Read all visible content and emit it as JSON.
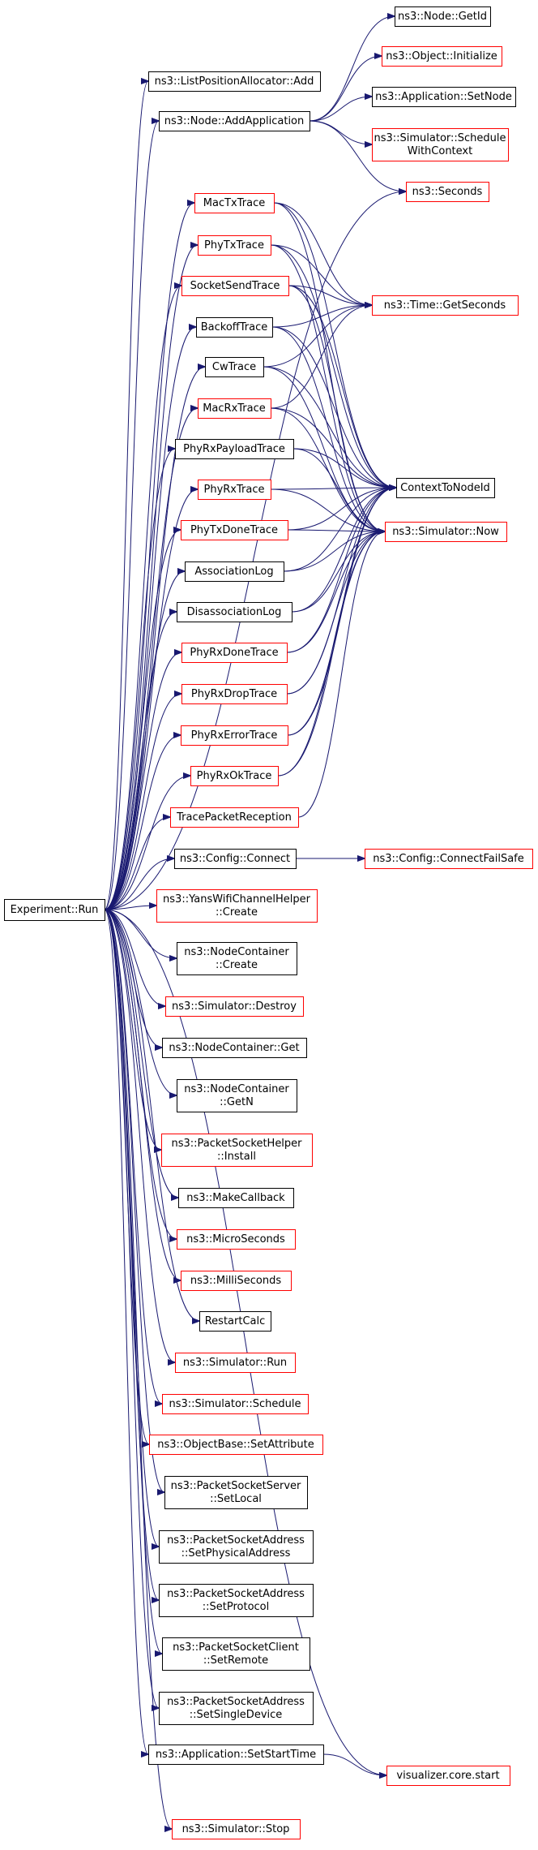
{
  "graph": {
    "title": "",
    "colors": {
      "edge": "#191970",
      "documented_border": "#000000",
      "undocumented_border": "#ff0000",
      "root_fill": "#bfbfbf",
      "node_fill": "#ffffff"
    },
    "nodes": [
      {
        "id": "root",
        "lines": [
          "Experiment::Run"
        ],
        "border": "black",
        "root": true
      },
      {
        "id": "getid",
        "lines": [
          "ns3::Node::GetId"
        ],
        "border": "black"
      },
      {
        "id": "objinit",
        "lines": [
          "ns3::Object::Initialize"
        ],
        "border": "red"
      },
      {
        "id": "listpos",
        "lines": [
          "ns3::ListPositionAllocator::Add"
        ],
        "border": "black"
      },
      {
        "id": "appsetnode",
        "lines": [
          "ns3::Application::SetNode"
        ],
        "border": "black"
      },
      {
        "id": "addapp",
        "lines": [
          "ns3::Node::AddApplication"
        ],
        "border": "black"
      },
      {
        "id": "schedctx",
        "lines": [
          "ns3::Simulator::Schedule",
          "WithContext"
        ],
        "border": "red"
      },
      {
        "id": "seconds",
        "lines": [
          "ns3::Seconds"
        ],
        "border": "red"
      },
      {
        "id": "mactx",
        "lines": [
          "MacTxTrace"
        ],
        "border": "red"
      },
      {
        "id": "phytx",
        "lines": [
          "PhyTxTrace"
        ],
        "border": "red"
      },
      {
        "id": "socksend",
        "lines": [
          "SocketSendTrace"
        ],
        "border": "red"
      },
      {
        "id": "getseconds",
        "lines": [
          "ns3::Time::GetSeconds"
        ],
        "border": "red"
      },
      {
        "id": "backoff",
        "lines": [
          "BackoffTrace"
        ],
        "border": "black"
      },
      {
        "id": "cw",
        "lines": [
          "CwTrace"
        ],
        "border": "black"
      },
      {
        "id": "macrx",
        "lines": [
          "MacRxTrace"
        ],
        "border": "red"
      },
      {
        "id": "phyrxpayload",
        "lines": [
          "PhyRxPayloadTrace"
        ],
        "border": "black"
      },
      {
        "id": "ctxnode",
        "lines": [
          "ContextToNodeId"
        ],
        "border": "black"
      },
      {
        "id": "phyrx",
        "lines": [
          "PhyRxTrace"
        ],
        "border": "red"
      },
      {
        "id": "simnow",
        "lines": [
          "ns3::Simulator::Now"
        ],
        "border": "red"
      },
      {
        "id": "phytxdone",
        "lines": [
          "PhyTxDoneTrace"
        ],
        "border": "red"
      },
      {
        "id": "assoc",
        "lines": [
          "AssociationLog"
        ],
        "border": "black"
      },
      {
        "id": "disassoc",
        "lines": [
          "DisassociationLog"
        ],
        "border": "black"
      },
      {
        "id": "phyrxdone",
        "lines": [
          "PhyRxDoneTrace"
        ],
        "border": "red"
      },
      {
        "id": "phyrxdrop",
        "lines": [
          "PhyRxDropTrace"
        ],
        "border": "red"
      },
      {
        "id": "phyrxerr",
        "lines": [
          "PhyRxErrorTrace"
        ],
        "border": "red"
      },
      {
        "id": "phyrxok",
        "lines": [
          "PhyRxOkTrace"
        ],
        "border": "red"
      },
      {
        "id": "tracepkt",
        "lines": [
          "TracePacketReception"
        ],
        "border": "red"
      },
      {
        "id": "cfgconnect",
        "lines": [
          "ns3::Config::Connect"
        ],
        "border": "black"
      },
      {
        "id": "cfgfailsafe",
        "lines": [
          "ns3::Config::ConnectFailSafe"
        ],
        "border": "red"
      },
      {
        "id": "yans",
        "lines": [
          "ns3::YansWifiChannelHelper",
          "::Create"
        ],
        "border": "red"
      },
      {
        "id": "nccreate",
        "lines": [
          "ns3::NodeContainer",
          "::Create"
        ],
        "border": "black"
      },
      {
        "id": "simdestroy",
        "lines": [
          "ns3::Simulator::Destroy"
        ],
        "border": "red"
      },
      {
        "id": "ncget",
        "lines": [
          "ns3::NodeContainer::Get"
        ],
        "border": "black"
      },
      {
        "id": "ncgetn",
        "lines": [
          "ns3::NodeContainer",
          "::GetN"
        ],
        "border": "black"
      },
      {
        "id": "pshinstall",
        "lines": [
          "ns3::PacketSocketHelper",
          "::Install"
        ],
        "border": "red"
      },
      {
        "id": "makecb",
        "lines": [
          "ns3::MakeCallback"
        ],
        "border": "black"
      },
      {
        "id": "micro",
        "lines": [
          "ns3::MicroSeconds"
        ],
        "border": "red"
      },
      {
        "id": "milli",
        "lines": [
          "ns3::MilliSeconds"
        ],
        "border": "red"
      },
      {
        "id": "restart",
        "lines": [
          "RestartCalc"
        ],
        "border": "black"
      },
      {
        "id": "simrun",
        "lines": [
          "ns3::Simulator::Run"
        ],
        "border": "red"
      },
      {
        "id": "simsched",
        "lines": [
          "ns3::Simulator::Schedule"
        ],
        "border": "red"
      },
      {
        "id": "setattr",
        "lines": [
          "ns3::ObjectBase::SetAttribute"
        ],
        "border": "red"
      },
      {
        "id": "pssetlocal",
        "lines": [
          "ns3::PacketSocketServer",
          "::SetLocal"
        ],
        "border": "black"
      },
      {
        "id": "psasetphys",
        "lines": [
          "ns3::PacketSocketAddress",
          "::SetPhysicalAddress"
        ],
        "border": "black"
      },
      {
        "id": "psasetproto",
        "lines": [
          "ns3::PacketSocketAddress",
          "::SetProtocol"
        ],
        "border": "black"
      },
      {
        "id": "pscsetremote",
        "lines": [
          "ns3::PacketSocketClient",
          "::SetRemote"
        ],
        "border": "black"
      },
      {
        "id": "psasetsingle",
        "lines": [
          "ns3::PacketSocketAddress",
          "::SetSingleDevice"
        ],
        "border": "black"
      },
      {
        "id": "appstart",
        "lines": [
          "ns3::Application::SetStartTime"
        ],
        "border": "black"
      },
      {
        "id": "vizstart",
        "lines": [
          "visualizer.core.start"
        ],
        "border": "red"
      },
      {
        "id": "simstop",
        "lines": [
          "ns3::Simulator::Stop"
        ],
        "border": "red"
      }
    ],
    "edges": [
      [
        "root",
        "listpos"
      ],
      [
        "root",
        "addapp"
      ],
      [
        "root",
        "seconds"
      ],
      [
        "root",
        "mactx"
      ],
      [
        "root",
        "phytx"
      ],
      [
        "root",
        "socksend"
      ],
      [
        "root",
        "backoff"
      ],
      [
        "root",
        "cw"
      ],
      [
        "root",
        "macrx"
      ],
      [
        "root",
        "phyrxpayload"
      ],
      [
        "root",
        "phyrx"
      ],
      [
        "root",
        "phytxdone"
      ],
      [
        "root",
        "assoc"
      ],
      [
        "root",
        "disassoc"
      ],
      [
        "root",
        "phyrxdone"
      ],
      [
        "root",
        "phyrxdrop"
      ],
      [
        "root",
        "phyrxerr"
      ],
      [
        "root",
        "phyrxok"
      ],
      [
        "root",
        "tracepkt"
      ],
      [
        "root",
        "cfgconnect"
      ],
      [
        "root",
        "yans"
      ],
      [
        "root",
        "nccreate"
      ],
      [
        "root",
        "simdestroy"
      ],
      [
        "root",
        "ncget"
      ],
      [
        "root",
        "ncgetn"
      ],
      [
        "root",
        "pshinstall"
      ],
      [
        "root",
        "makecb"
      ],
      [
        "root",
        "micro"
      ],
      [
        "root",
        "milli"
      ],
      [
        "root",
        "restart"
      ],
      [
        "root",
        "simrun"
      ],
      [
        "root",
        "simsched"
      ],
      [
        "root",
        "setattr"
      ],
      [
        "root",
        "pssetlocal"
      ],
      [
        "root",
        "psasetphys"
      ],
      [
        "root",
        "psasetproto"
      ],
      [
        "root",
        "pscsetremote"
      ],
      [
        "root",
        "psasetsingle"
      ],
      [
        "root",
        "appstart"
      ],
      [
        "root",
        "vizstart"
      ],
      [
        "root",
        "simstop"
      ],
      [
        "addapp",
        "getid"
      ],
      [
        "addapp",
        "objinit"
      ],
      [
        "addapp",
        "appsetnode"
      ],
      [
        "addapp",
        "schedctx"
      ],
      [
        "addapp",
        "seconds"
      ],
      [
        "mactx",
        "getseconds"
      ],
      [
        "mactx",
        "ctxnode"
      ],
      [
        "mactx",
        "simnow"
      ],
      [
        "phytx",
        "getseconds"
      ],
      [
        "phytx",
        "ctxnode"
      ],
      [
        "phytx",
        "simnow"
      ],
      [
        "socksend",
        "getseconds"
      ],
      [
        "socksend",
        "ctxnode"
      ],
      [
        "socksend",
        "simnow"
      ],
      [
        "backoff",
        "getseconds"
      ],
      [
        "backoff",
        "ctxnode"
      ],
      [
        "backoff",
        "simnow"
      ],
      [
        "cw",
        "getseconds"
      ],
      [
        "cw",
        "ctxnode"
      ],
      [
        "cw",
        "simnow"
      ],
      [
        "macrx",
        "getseconds"
      ],
      [
        "macrx",
        "ctxnode"
      ],
      [
        "macrx",
        "simnow"
      ],
      [
        "phyrxpayload",
        "ctxnode"
      ],
      [
        "phyrxpayload",
        "simnow"
      ],
      [
        "phyrx",
        "ctxnode"
      ],
      [
        "phyrx",
        "simnow"
      ],
      [
        "phytxdone",
        "ctxnode"
      ],
      [
        "phytxdone",
        "simnow"
      ],
      [
        "assoc",
        "ctxnode"
      ],
      [
        "assoc",
        "simnow"
      ],
      [
        "disassoc",
        "ctxnode"
      ],
      [
        "disassoc",
        "simnow"
      ],
      [
        "phyrxdone",
        "ctxnode"
      ],
      [
        "phyrxdone",
        "simnow"
      ],
      [
        "phyrxdrop",
        "ctxnode"
      ],
      [
        "phyrxdrop",
        "simnow"
      ],
      [
        "phyrxerr",
        "ctxnode"
      ],
      [
        "phyrxerr",
        "simnow"
      ],
      [
        "phyrxok",
        "ctxnode"
      ],
      [
        "phyrxok",
        "simnow"
      ],
      [
        "tracepkt",
        "simnow"
      ],
      [
        "cfgconnect",
        "cfgfailsafe"
      ],
      [
        "appstart",
        "vizstart"
      ]
    ]
  }
}
